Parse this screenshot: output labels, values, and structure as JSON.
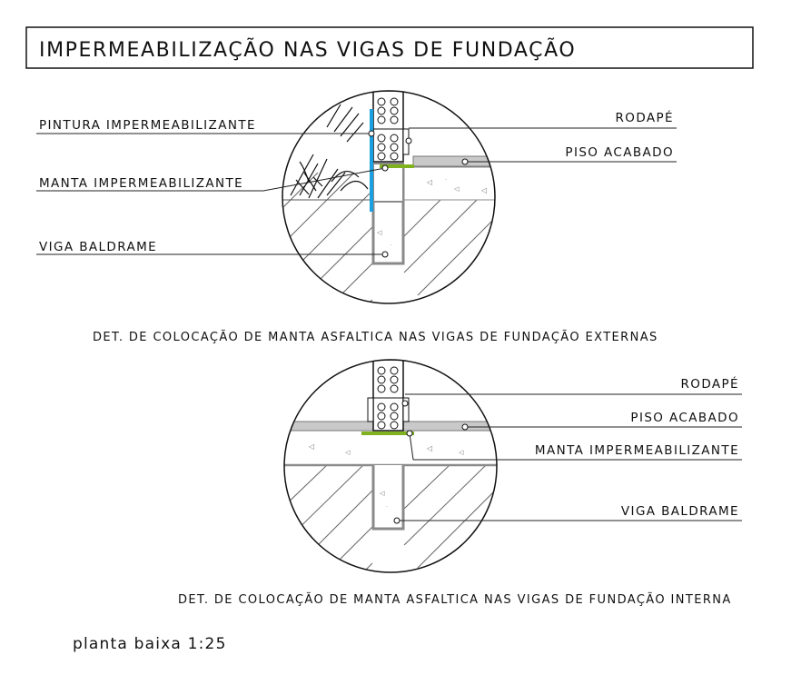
{
  "title": "IMPERMEABILIZAÇÃO NAS VIGAS DE FUNDAÇÃO",
  "detail1": {
    "labels": {
      "pintura": "PINTURA IMPERMEABILIZANTE",
      "manta": "MANTA IMPERMEABILIZANTE",
      "viga": "VIGA BALDRAME",
      "rodape": "RODAPÉ",
      "piso": "PISO ACABADO"
    },
    "caption": "DET. DE COLOCAÇÃO DE MANTA ASFALTICA NAS VIGAS DE FUNDAÇÃO EXTERNAS"
  },
  "detail2": {
    "labels": {
      "rodape": "RODAPÉ",
      "piso": "PISO ACABADO",
      "manta": "MANTA IMPERMEABILIZANTE",
      "viga": "VIGA BALDRAME"
    },
    "caption": "DET. DE COLOCAÇÃO DE MANTA ASFALTICA NAS VIGAS DE FUNDAÇÃO INTERNA"
  },
  "scale_note": "planta baixa 1:25",
  "colors": {
    "membrane": "#7fb21e",
    "paint": "#1aa0e0",
    "floor": "#c9c9c9",
    "concrete_outline": "#8a8a8a"
  }
}
